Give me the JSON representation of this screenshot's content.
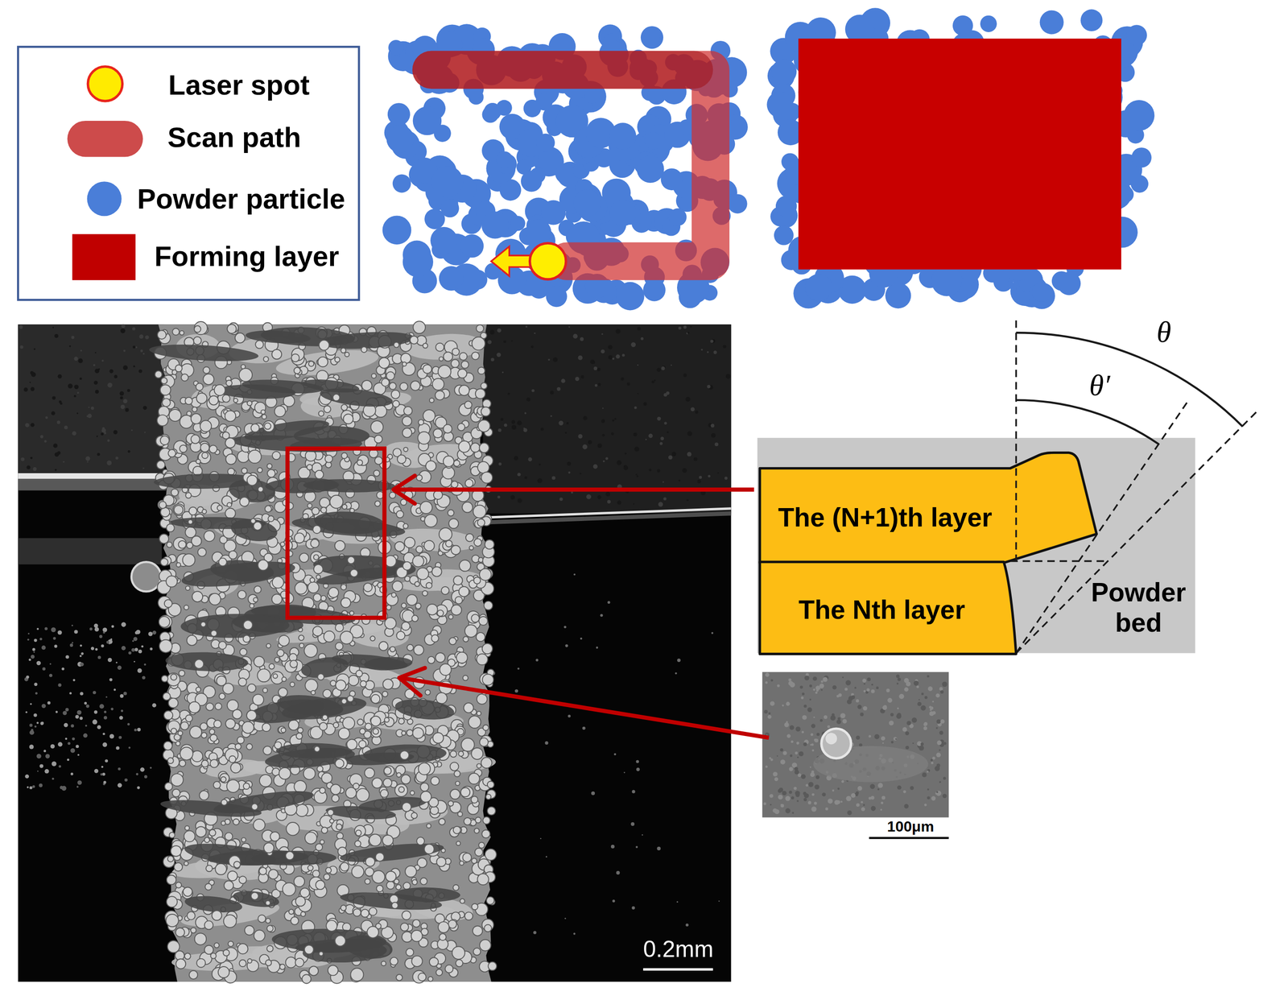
{
  "diagram": {
    "nodes": [
      {
        "text": [
          "Powder bed"
        ]
      },
      {
        "text": [
          "The (N+1)th layer"
        ],
        "in": 0
      },
      {
        "text": [
          "The Nth layer"
        ],
        "in": 0
      }
    ],
    "labels": [
      "θ",
      "θ′",
      "0.2mm",
      "100μm"
    ],
    "legend": [
      {
        "text": "Laser spot"
      },
      {
        "text": "Scan path",
        "color": "#c83737"
      },
      {
        "text": "Powder particle",
        "color": "#4a7ed8"
      },
      {
        "text": "Forming layer",
        "color": "#c00000"
      }
    ]
  }
}
